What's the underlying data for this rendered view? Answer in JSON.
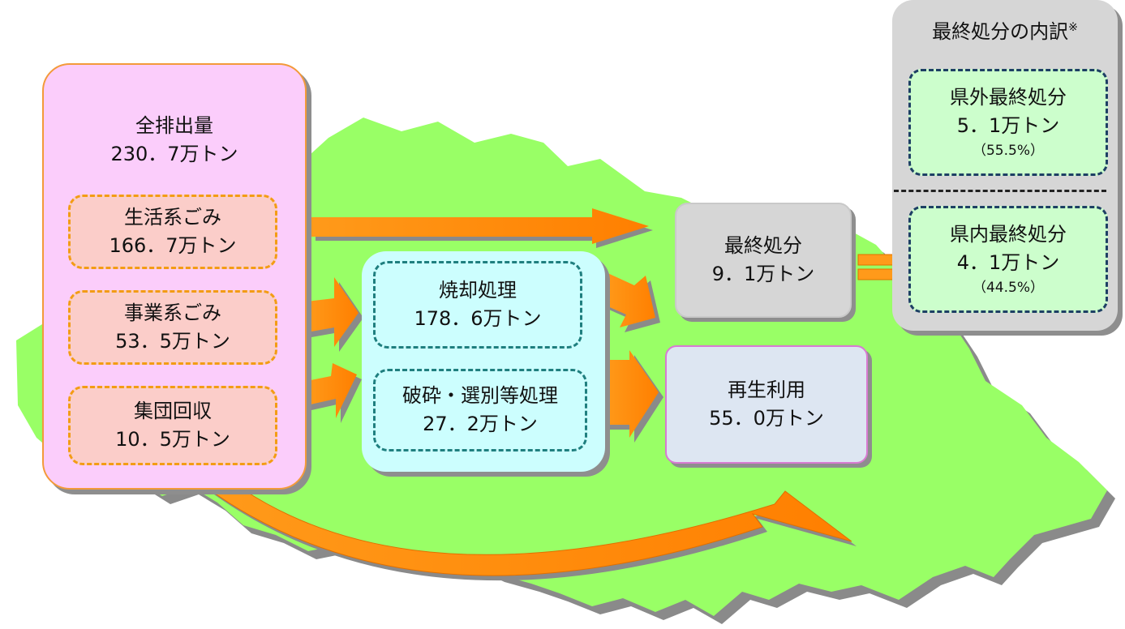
{
  "total": {
    "label": "全排出量",
    "value": "230．7万トン"
  },
  "sources": [
    {
      "label": "生活系ごみ",
      "value": "166．7万トン"
    },
    {
      "label": "事業系ごみ",
      "value": "53．5万トン"
    },
    {
      "label": "集団回収",
      "value": "10．5万トン"
    }
  ],
  "processing": [
    {
      "label": "焼却処理",
      "value": "178．6万トン"
    },
    {
      "label": "破砕・選別等処理",
      "value": "27．2万トン"
    }
  ],
  "final_disposal": {
    "label": "最終処分",
    "value": "9．1万トン"
  },
  "recycling": {
    "label": "再生利用",
    "value": "55．0万トン"
  },
  "breakdown": {
    "title": "最終処分の内訳",
    "title_mark": "※",
    "items": [
      {
        "label": "県外最終処分",
        "value": "5．1万トン",
        "share": "（55.5%）"
      },
      {
        "label": "県内最終処分",
        "value": "4．1万トン",
        "share": "（44.5%）"
      }
    ]
  },
  "colors": {
    "map_fill": "#99ff66",
    "arrow": "#ff8c00",
    "total_box": "#fbcdfb",
    "source_box": "#fbcdc9",
    "processing_box": "#ccfefe",
    "final_box": "#d6d6d6",
    "recycle_box": "#dde6f2",
    "breakdown_item": "#ccfecc"
  }
}
